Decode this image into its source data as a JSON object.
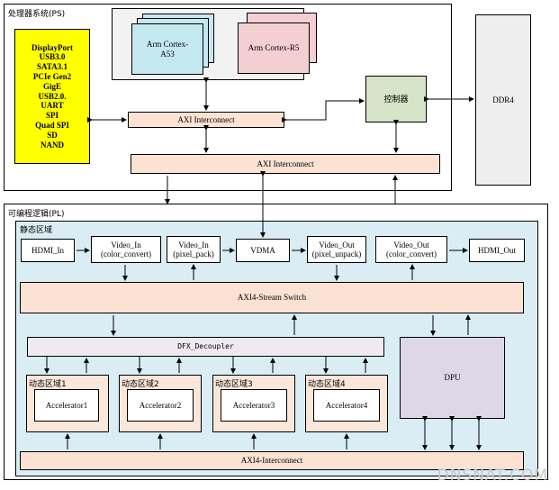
{
  "ps": {
    "title": "处理器系统(PS)",
    "io_list": [
      "DisplayPort",
      "USB3.0",
      "SATA3.1",
      "PCIe Gen2",
      "GigE",
      "USB2.0.",
      "UART",
      "SPI",
      "Quad SPI",
      "SD",
      "NAND"
    ],
    "cpu_a53": "Arm Cortex-A53",
    "cpu_r5": "Arm Cortex-R5",
    "axi_interconnect_top": "AXI Interconnect",
    "axi_interconnect_bottom": "AXI Interconnect",
    "controller": "控制器"
  },
  "ddr": "DDR4",
  "pl": {
    "title": "可编程逻辑(PL)",
    "static_title": "静态区域",
    "hdmi_in": "HDMI_In",
    "video_in_cc": "Video_In (color_convert)",
    "video_in_pp": "Video_In (pixel_pack)",
    "vdma": "VDMA",
    "video_out_pu": "Video_Out (pixel_unpack)",
    "video_out_cc": "Video_Out (color_convert)",
    "hdmi_out": "HDMI_Out",
    "stream_switch": "AXI4-Stream Switch",
    "decoupler": "DFX_Decoupler",
    "dpu": "DPU",
    "interconnect": "AXI4-Interconnect",
    "dynamic": [
      {
        "title": "动态区域1",
        "acc": "Accelerator1"
      },
      {
        "title": "动态区域2",
        "acc": "Accelerator2"
      },
      {
        "title": "动态区域3",
        "acc": "Accelerator3"
      },
      {
        "title": "动态区域4",
        "acc": "Accelerator4"
      }
    ]
  },
  "watermark": "DNSNAT.COM",
  "colors": {
    "io_block": "#ffff00",
    "controller": "#d6e4c8",
    "static_region": "#daedf4",
    "stream_switch": "#fbe2d3",
    "dpu": "#ddd7e8",
    "cpu_a53": "#c4e8ef",
    "cpu_r5": "#f3cfd2"
  }
}
